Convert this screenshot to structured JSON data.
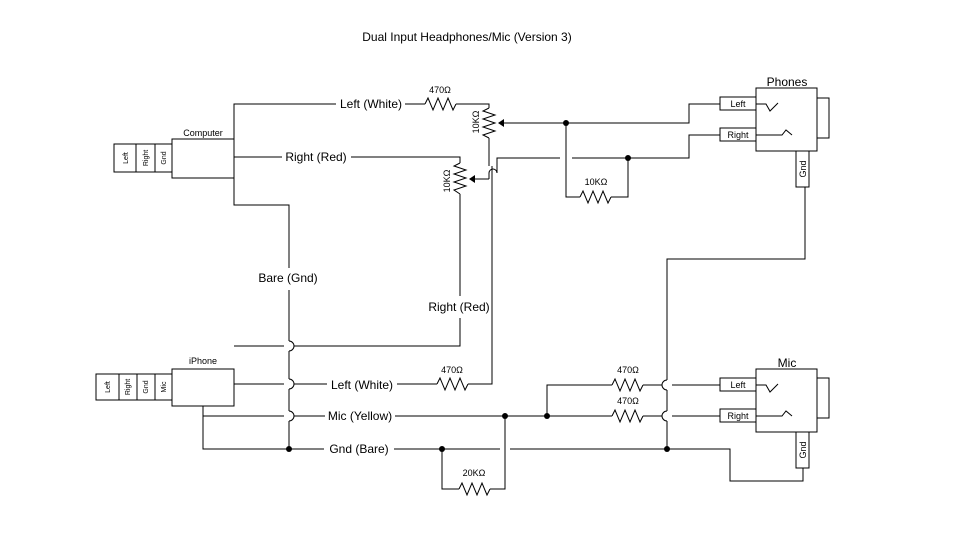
{
  "title": "Dual Input Headphones/Mic (Version 3)",
  "sources": {
    "computer": {
      "label": "Computer",
      "pins": [
        "Left",
        "Right",
        "Gnd"
      ]
    },
    "iphone": {
      "label": "iPhone",
      "pins": [
        "Left",
        "Right",
        "Gnd",
        "Mic"
      ]
    }
  },
  "jacks": {
    "phones": {
      "label": "Phones",
      "left": "Left",
      "right": "Right",
      "gnd": "Gnd"
    },
    "mic": {
      "label": "Mic",
      "left": "Left",
      "right": "Right",
      "gnd": "Gnd"
    }
  },
  "wires": {
    "computer_left": "Left (White)",
    "computer_right": "Right (Red)",
    "bare_gnd": "Bare (Gnd)",
    "iphone_right": "Right (Red)",
    "iphone_left": "Left (White)",
    "iphone_mic": "Mic (Yellow)",
    "iphone_gnd": "Gnd (Bare)"
  },
  "components": {
    "r_left_470": "470Ω",
    "pot_left": "10KΩ",
    "pot_right": "10KΩ",
    "r_bridge": "10KΩ",
    "r_iphone_left": "470Ω",
    "r_mic_left": "470Ω",
    "r_mic_right": "470Ω",
    "r_gnd": "20KΩ"
  },
  "colors": {
    "line": "#000000",
    "background": "#ffffff"
  }
}
